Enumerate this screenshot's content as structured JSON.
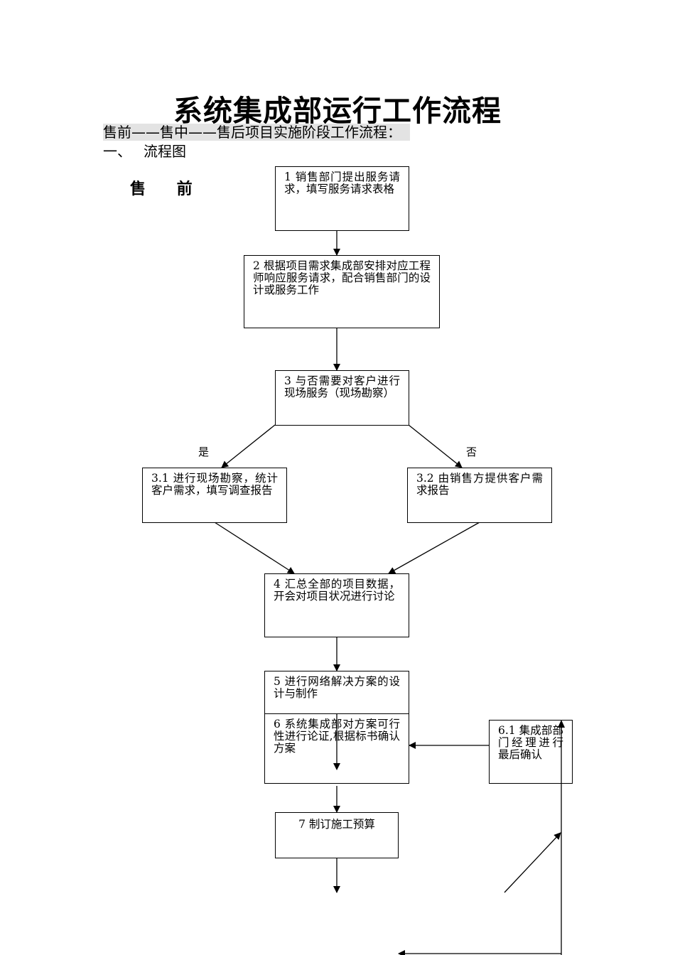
{
  "title": "系统集成部运行工作流程",
  "subtitle": "售前——售中——售后项目实施阶段工作流程：",
  "section": {
    "number": "一、",
    "label": "流程图"
  },
  "phase": "售 前",
  "steps": {
    "s1": "1 销售部门提出服务请求，填写服务请求表格",
    "s2": "2 根据项目需求集成部安排对应工程师响应服务请求，配合销售部门的设计或服务工作",
    "s3": "3 与否需要对客户进行现场服务（现场勘察）",
    "s31": "3.1 进行现场勘察，统计客户需求，填写调查报告",
    "s32": "3.2 由销售方提供客户需求报告",
    "s4": "4 汇总全部的项目数据，开会对项目状况进行讨论",
    "s5": "5 进行网络解决方案的设计与制作",
    "s6": "6 系统集成部对方案可行性进行论证,根据标书确认方案",
    "s61": "6.1 集成部部门经理进行最后确认",
    "s7": "7 制订施工预算"
  },
  "branches": {
    "yes": "是",
    "no": "否"
  }
}
